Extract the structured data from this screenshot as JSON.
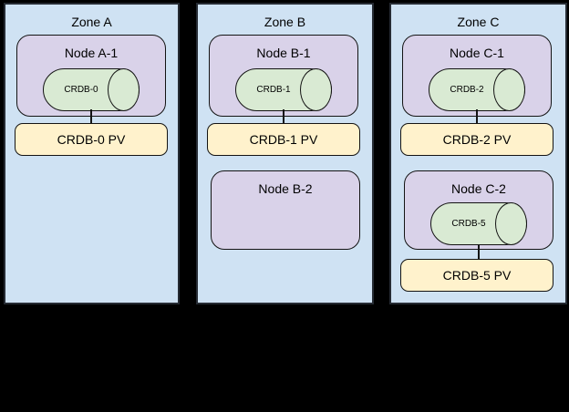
{
  "colors": {
    "background": "#000000",
    "zone_fill": "#cfe2f3",
    "zone_border": "#262b33",
    "node_fill": "#d9d2e9",
    "pod_fill": "#d9ead3",
    "pv_fill": "#fff2cc",
    "shape_border": "#141414"
  },
  "zones": [
    {
      "label": "Zone A",
      "nodes": [
        {
          "label": "Node A-1",
          "pod": "CRDB-0",
          "pv": "CRDB-0 PV"
        }
      ]
    },
    {
      "label": "Zone B",
      "nodes": [
        {
          "label": "Node B-1",
          "pod": "CRDB-1",
          "pv": "CRDB-1 PV"
        },
        {
          "label": "Node B-2"
        }
      ]
    },
    {
      "label": "Zone C",
      "nodes": [
        {
          "label": "Node C-1",
          "pod": "CRDB-2",
          "pv": "CRDB-2 PV"
        },
        {
          "label": "Node C-2",
          "pod": "CRDB-5",
          "pv": "CRDB-5 PV"
        }
      ]
    }
  ]
}
